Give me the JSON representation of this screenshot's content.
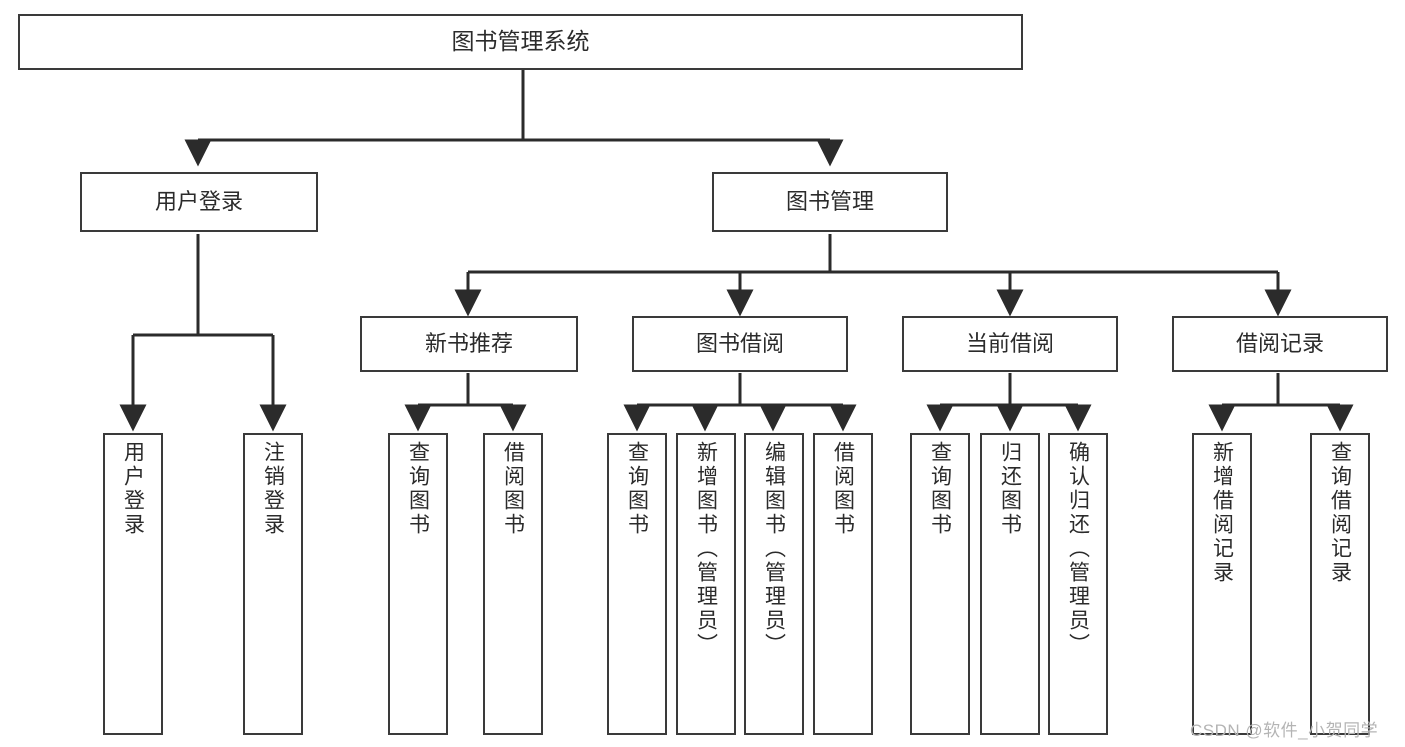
{
  "diagram": {
    "title": "图书管理系统",
    "type": "tree-hierarchy-chart",
    "orientation": "top-down",
    "colors": {
      "box_border": "#3a3a3a",
      "box_fill": "#ffffff",
      "edge": "#2b2b2b",
      "text": "#2b2b2b",
      "watermark": "#b4b4b4",
      "background": "#ffffff"
    }
  },
  "watermark": {
    "text": "CSDN @软件_小贺同学"
  },
  "nodes": {
    "root": {
      "label": "图书管理系统"
    },
    "level2": [
      {
        "label": "用户登录"
      },
      {
        "label": "图书管理"
      }
    ],
    "level3": [
      {
        "label": "新书推荐"
      },
      {
        "label": "图书借阅"
      },
      {
        "label": "当前借阅"
      },
      {
        "label": "借阅记录"
      }
    ],
    "leaves_user_login": [
      {
        "label": "用户登录"
      },
      {
        "label": "注销登录"
      }
    ],
    "leaves_new_book": [
      {
        "label": "查询图书"
      },
      {
        "label": "借阅图书"
      }
    ],
    "leaves_borrow": [
      {
        "label": "查询图书"
      },
      {
        "label": "新增图书（管理员）"
      },
      {
        "label": "编辑图书（管理员）"
      },
      {
        "label": "借阅图书"
      }
    ],
    "leaves_current": [
      {
        "label": "查询图书"
      },
      {
        "label": "归还图书"
      },
      {
        "label": "确认归还（管理员）"
      }
    ],
    "leaves_records": [
      {
        "label": "新增借阅记录"
      },
      {
        "label": "查询借阅记录"
      }
    ]
  }
}
